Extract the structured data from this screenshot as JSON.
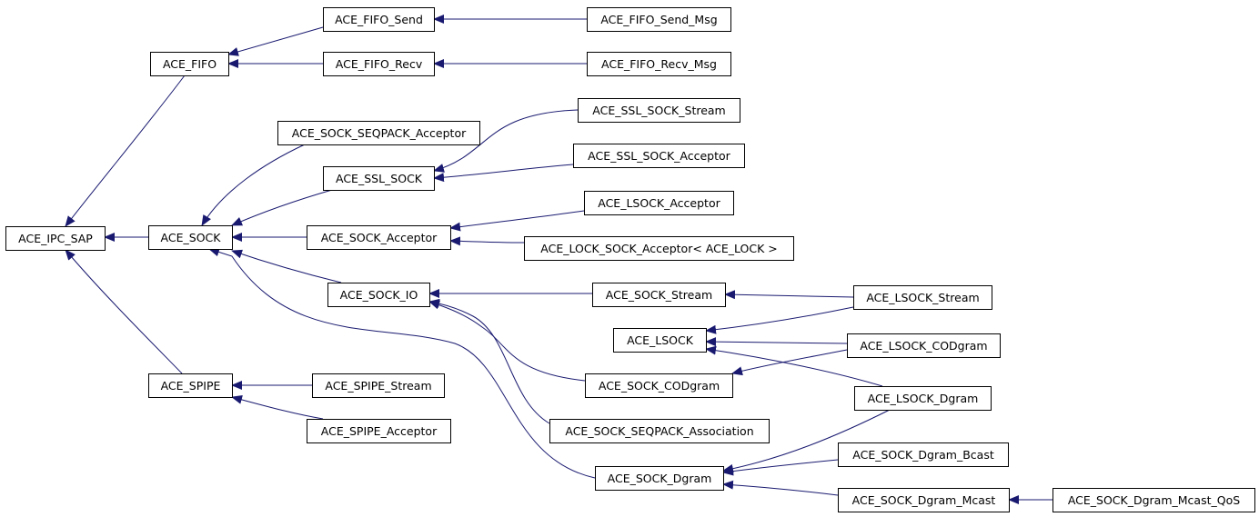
{
  "diagram": {
    "colors": {
      "edge": "#191970",
      "node_border": "#000000",
      "node_fill": "#ffffff",
      "text": "#000000"
    },
    "nodes": [
      {
        "id": "ipc_sap",
        "label": "ACE_IPC_SAP"
      },
      {
        "id": "fifo",
        "label": "ACE_FIFO"
      },
      {
        "id": "sock",
        "label": "ACE_SOCK"
      },
      {
        "id": "spipe",
        "label": "ACE_SPIPE"
      },
      {
        "id": "fifo_send",
        "label": "ACE_FIFO_Send"
      },
      {
        "id": "fifo_recv",
        "label": "ACE_FIFO_Recv"
      },
      {
        "id": "fifo_send_msg",
        "label": "ACE_FIFO_Send_Msg"
      },
      {
        "id": "fifo_recv_msg",
        "label": "ACE_FIFO_Recv_Msg"
      },
      {
        "id": "sock_seqpack_acceptor",
        "label": "ACE_SOCK_SEQPACK_Acceptor"
      },
      {
        "id": "ssl_sock",
        "label": "ACE_SSL_SOCK"
      },
      {
        "id": "sock_acceptor",
        "label": "ACE_SOCK_Acceptor"
      },
      {
        "id": "sock_io",
        "label": "ACE_SOCK_IO"
      },
      {
        "id": "ssl_sock_stream",
        "label": "ACE_SSL_SOCK_Stream"
      },
      {
        "id": "ssl_sock_acceptor",
        "label": "ACE_SSL_SOCK_Acceptor"
      },
      {
        "id": "lsock_acceptor",
        "label": "ACE_LSOCK_Acceptor"
      },
      {
        "id": "lock_sock_acceptor",
        "label": "ACE_LOCK_SOCK_Acceptor< ACE_LOCK >"
      },
      {
        "id": "sock_stream",
        "label": "ACE_SOCK_Stream"
      },
      {
        "id": "lsock",
        "label": "ACE_LSOCK"
      },
      {
        "id": "sock_codgram",
        "label": "ACE_SOCK_CODgram"
      },
      {
        "id": "sock_seqpack_association",
        "label": "ACE_SOCK_SEQPACK_Association"
      },
      {
        "id": "sock_dgram",
        "label": "ACE_SOCK_Dgram"
      },
      {
        "id": "lsock_stream",
        "label": "ACE_LSOCK_Stream"
      },
      {
        "id": "lsock_codgram",
        "label": "ACE_LSOCK_CODgram"
      },
      {
        "id": "lsock_dgram",
        "label": "ACE_LSOCK_Dgram"
      },
      {
        "id": "sock_dgram_bcast",
        "label": "ACE_SOCK_Dgram_Bcast"
      },
      {
        "id": "sock_dgram_mcast",
        "label": "ACE_SOCK_Dgram_Mcast"
      },
      {
        "id": "sock_dgram_mcast_qos",
        "label": "ACE_SOCK_Dgram_Mcast_QoS"
      },
      {
        "id": "spipe_stream",
        "label": "ACE_SPIPE_Stream"
      },
      {
        "id": "spipe_acceptor",
        "label": "ACE_SPIPE_Acceptor"
      }
    ],
    "edges": [
      {
        "from": "fifo",
        "to": "ipc_sap"
      },
      {
        "from": "sock",
        "to": "ipc_sap"
      },
      {
        "from": "spipe",
        "to": "ipc_sap"
      },
      {
        "from": "fifo_send",
        "to": "fifo"
      },
      {
        "from": "fifo_recv",
        "to": "fifo"
      },
      {
        "from": "fifo_send_msg",
        "to": "fifo_send"
      },
      {
        "from": "fifo_recv_msg",
        "to": "fifo_recv"
      },
      {
        "from": "sock_seqpack_acceptor",
        "to": "sock"
      },
      {
        "from": "ssl_sock",
        "to": "sock"
      },
      {
        "from": "sock_acceptor",
        "to": "sock"
      },
      {
        "from": "sock_io",
        "to": "sock"
      },
      {
        "from": "sock_dgram",
        "to": "sock"
      },
      {
        "from": "ssl_sock_stream",
        "to": "ssl_sock"
      },
      {
        "from": "ssl_sock_acceptor",
        "to": "ssl_sock"
      },
      {
        "from": "lsock_acceptor",
        "to": "sock_acceptor"
      },
      {
        "from": "lock_sock_acceptor",
        "to": "sock_acceptor"
      },
      {
        "from": "sock_stream",
        "to": "sock_io"
      },
      {
        "from": "sock_codgram",
        "to": "sock_io"
      },
      {
        "from": "sock_seqpack_association",
        "to": "sock_io"
      },
      {
        "from": "lsock_stream",
        "to": "sock_stream"
      },
      {
        "from": "lsock_stream",
        "to": "lsock"
      },
      {
        "from": "lsock_codgram",
        "to": "lsock"
      },
      {
        "from": "lsock_dgram",
        "to": "lsock"
      },
      {
        "from": "lsock_codgram",
        "to": "sock_codgram"
      },
      {
        "from": "lsock_dgram",
        "to": "sock_dgram"
      },
      {
        "from": "sock_dgram_bcast",
        "to": "sock_dgram"
      },
      {
        "from": "sock_dgram_mcast",
        "to": "sock_dgram"
      },
      {
        "from": "sock_dgram_mcast_qos",
        "to": "sock_dgram_mcast"
      },
      {
        "from": "spipe_stream",
        "to": "spipe"
      },
      {
        "from": "spipe_acceptor",
        "to": "spipe"
      }
    ]
  }
}
